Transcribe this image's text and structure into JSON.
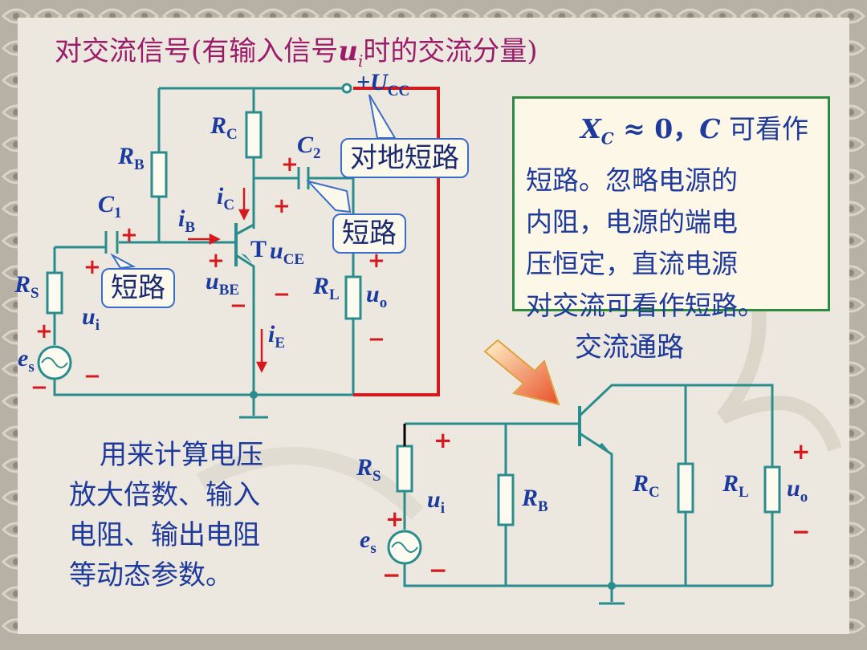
{
  "slide": {
    "title_prefix": "对交流信号(有输入信号",
    "title_var": "u",
    "title_var_sub": "i",
    "title_suffix": "时的交流分量)"
  },
  "circuit_top": {
    "vcc": "+U",
    "vcc_sub": "CC",
    "rc": "R",
    "rc_sub": "C",
    "rb": "R",
    "rb_sub": "B",
    "c1": "C",
    "c1_sub": "1",
    "c2": "C",
    "c2_sub": "2",
    "ic": "i",
    "ic_sub": "C",
    "ib": "i",
    "ib_sub": "B",
    "ie": "i",
    "ie_sub": "E",
    "transistor": "T",
    "uce": "u",
    "uce_sub": "CE",
    "ube": "u",
    "ube_sub": "BE",
    "rs": "R",
    "rs_sub": "S",
    "rl": "R",
    "rl_sub": "L",
    "ui": "u",
    "ui_sub": "i",
    "uo": "u",
    "uo_sub": "o",
    "es": "e",
    "es_sub": "s",
    "plus": "+",
    "minus": "−"
  },
  "callouts": {
    "ground_short": "对地短路",
    "short_c2": "短路",
    "short_c1": "短路"
  },
  "note": {
    "xc": "X",
    "xc_sub": "C",
    "approx": " ≈ 0，",
    "c": "C",
    "line1_tail": " 可看作",
    "lines": [
      "短路。忽略电源的",
      "内阻，电源的端电",
      "压恒定，直流电源",
      "对交流可看作短路。"
    ],
    "border_color": "#2e8a3c"
  },
  "ac_path": {
    "title": "交流通路",
    "rs": "R",
    "rs_sub": "S",
    "rb": "R",
    "rb_sub": "B",
    "rc": "R",
    "rc_sub": "C",
    "rl": "R",
    "rl_sub": "L",
    "ui": "u",
    "ui_sub": "i",
    "uo": "u",
    "uo_sub": "o",
    "es": "e",
    "es_sub": "s"
  },
  "dynamic_params": {
    "lines": [
      "用来计算电压",
      "放大倍数、输入",
      "电阻、输出电阻",
      "等动态参数。"
    ]
  },
  "colors": {
    "wire": "#2a8c8c",
    "ac_wire": "#d6191c",
    "label": "#1b3a9e",
    "title": "#9b1d6a"
  }
}
